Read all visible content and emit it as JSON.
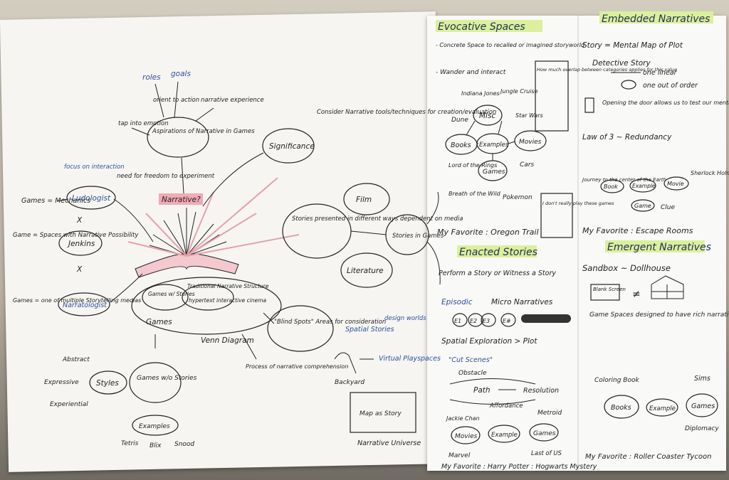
{
  "left_page": {
    "center": "Narrative?",
    "aspirations": "Aspirations of Narrative in Games",
    "roles": "roles",
    "goals": "goals",
    "orient": "orient to action",
    "narrative_experience": "narrative experience",
    "tap_emotion": "tap into emotion",
    "significance": "Significance",
    "consider": "Consider Narrative tools/techniques for creation/evaluation",
    "focus_interaction": "focus on interaction",
    "need_freedom": "need for freedom to experiment",
    "ludologist": "Ludologist",
    "games_mechanics": "Games = Mechanics",
    "game_spaces": "Game = Spaces with Narrative Possibility",
    "jenkins": "Jenkins",
    "narratologist": "Narratologist",
    "games_media": "Games = one of multiple Storytelling medias",
    "stories_presented": "Stories presented in different ways dependent on media",
    "film": "Film",
    "literature": "Literature",
    "stories_in_games": "Stories in Games",
    "venn_games": "Games",
    "venn_games_stories": "Games w/ Stories",
    "venn_traditional": "Traditional Narrative Structure",
    "venn_hypertext": "hypertext interactive cinema",
    "venn_label": "Venn Diagram",
    "blind_spots": "\"Blind Spots\" Areas for consideration",
    "process": "Process of narrative comprehension",
    "spatial_stories": "Spatial Stories",
    "design_worlds": "design worlds",
    "virtual": "Virtual Playspaces",
    "backyard": "Backyard",
    "map_story": "Map as Story",
    "narrative_universe": "Narrative Universe",
    "games_wo": "Games w/o Stories",
    "styles": "Styles",
    "abstract": "Abstract",
    "expressive": "Expressive",
    "experiential": "Experiential",
    "examples": "Examples",
    "tetris": "Tetris",
    "blix": "Blix",
    "snood": "Snood"
  },
  "evocative": {
    "header": "Evocative Spaces",
    "line1": "- Concrete Space to recalled or imagined storyworld",
    "line2": "- Wander and interact",
    "note": "How much overlap between categories applies for this value",
    "indiana": "Indiana Jones",
    "jungle": "Jungle Cruise",
    "misc": "Misc",
    "dune": "Dune",
    "starwars": "Star Wars",
    "books": "Books",
    "examples": "Examples",
    "movies": "Movies",
    "lotr": "Lord of the Rings",
    "cars": "Cars",
    "games": "Games",
    "botw": "Breath of the Wild",
    "pokemon": "Pokemon",
    "dont_play": "I don't really play these games",
    "favorite": "My Favorite : Oregon Trail"
  },
  "embedded": {
    "header": "Embedded Narratives",
    "story": "Story = Mental Map of Plot",
    "detective": "Detective Story",
    "linear": "one linear",
    "out_of_order": "one out of order",
    "door": "Opening the door allows us to test our mental model",
    "law": "Law of 3 ~ Redundancy",
    "journey": "Journey to the center of the Earth",
    "book": "Book",
    "example": "Example",
    "movie": "Movie",
    "sherlock": "Sherlock Holmes",
    "game": "Game",
    "clue": "Clue",
    "favorite": "My Favorite : Escape Rooms"
  },
  "enacted": {
    "header": "Enacted Stories",
    "perform": "Perform a Story or Witness a Story",
    "episodic": "Episodic",
    "micro": "Micro Narratives",
    "e1": "E1",
    "e2": "E2",
    "e3": "E3",
    "en": "E#",
    "spatial": "Spatial Exploration > Plot",
    "cut": "\"Cut Scenes\"",
    "obstacle": "Obstacle",
    "path": "Path",
    "resolution": "Resolution",
    "affordance": "Affordance",
    "jackie": "Jackie Chan",
    "metroid": "Metroid",
    "movies": "Movies",
    "example": "Example",
    "games": "Games",
    "marvel": "Marvel",
    "lastofus": "Last of US",
    "favorite": "My Favorite : Harry Potter : Hogwarts Mystery"
  },
  "emergent": {
    "header": "Emergent Narratives",
    "sandbox": "Sandbox ~ Dollhouse",
    "blank": "Blank Screen",
    "neq": "≠",
    "spaces": "Game Spaces designed to have rich narrative potential",
    "coloring": "Coloring Book",
    "sims": "Sims",
    "books": "Books",
    "example": "Example",
    "games": "Games",
    "diplomacy": "Diplomacy",
    "favorite": "My Favorite : Roller Coaster Tycoon"
  }
}
